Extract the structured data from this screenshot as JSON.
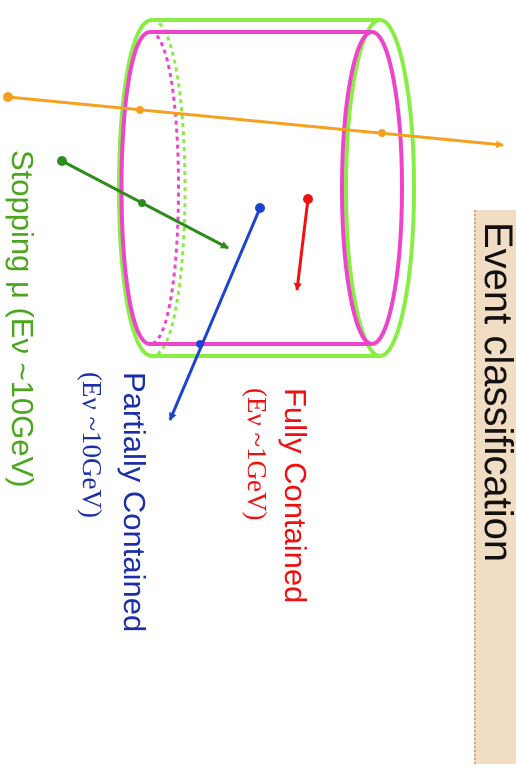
{
  "title": "Event classification",
  "labels": {
    "fully_contained": "Fully Contained",
    "fully_contained_energy": "(Eν ~1GeV)",
    "partially_contained": "Partially Contained",
    "partially_contained_energy": "(Eν ~10GeV)",
    "stopping_mu": "Stopping  μ (Eν ~10GeV)"
  },
  "colors": {
    "outer_detector": "#88ee44",
    "inner_detector": "#ee44cc",
    "through_going": "#f5a020",
    "stopping": "#2e8b1e",
    "partially_contained": "#1d44d0",
    "fully_contained": "#ee1111",
    "title_box": "#f1dcc4"
  }
}
